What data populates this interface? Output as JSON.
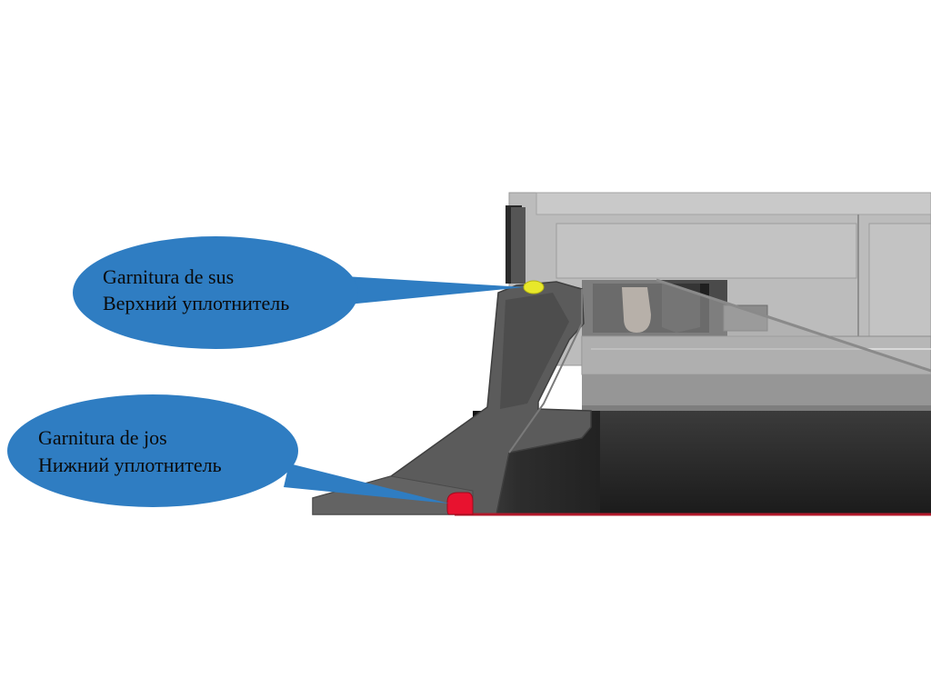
{
  "callouts": {
    "top": {
      "line1": "Garnitura de sus",
      "line2": "Верхний уплотнитель"
    },
    "bottom": {
      "line1": "Garnitura de jos",
      "line2": "Нижний уплотнитель"
    }
  },
  "colors": {
    "bubble": "#2f7dc2",
    "top_seal": "#e8e82a",
    "bottom_seal": "#e8122f",
    "body_dark_gray": "#5b5b5b",
    "frame_light_gray": "#bdbdbd",
    "base_dark": "#2a2a2a"
  }
}
